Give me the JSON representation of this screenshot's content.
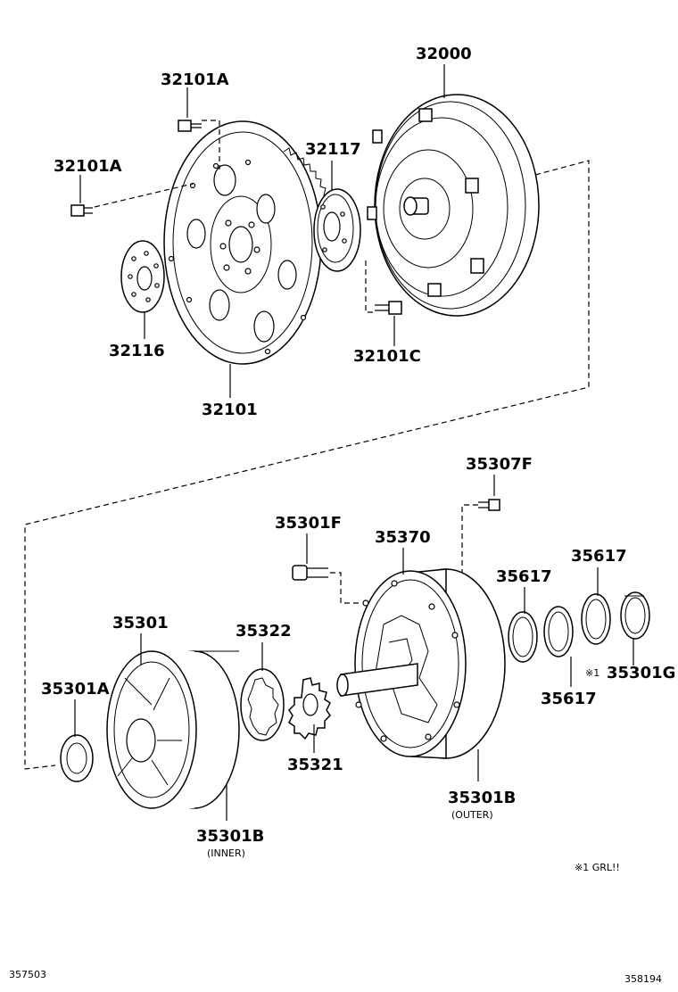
{
  "parts": {
    "p32000": "32000",
    "p32101A_top": "32101A",
    "p32101A_left": "32101A",
    "p32117": "32117",
    "p32116": "32116",
    "p32101C": "32101C",
    "p32101": "32101",
    "p35307F": "35307F",
    "p35301F": "35301F",
    "p35370": "35370",
    "p35617_a": "35617",
    "p35617_b": "35617",
    "p35617_c": "35617",
    "p35301": "35301",
    "p35322": "35322",
    "p35301A": "35301A",
    "p35301G": "35301G",
    "p35321": "35321",
    "p35301B_outer": "35301B",
    "p35301B_inner": "35301B"
  },
  "notes": {
    "outer": "(OUTER)",
    "inner": "(INNER)",
    "mark": "※1",
    "grade_note": "※1 GRL!!"
  },
  "codes": {
    "bottom_left": "357503",
    "bottom_right": "358194"
  }
}
